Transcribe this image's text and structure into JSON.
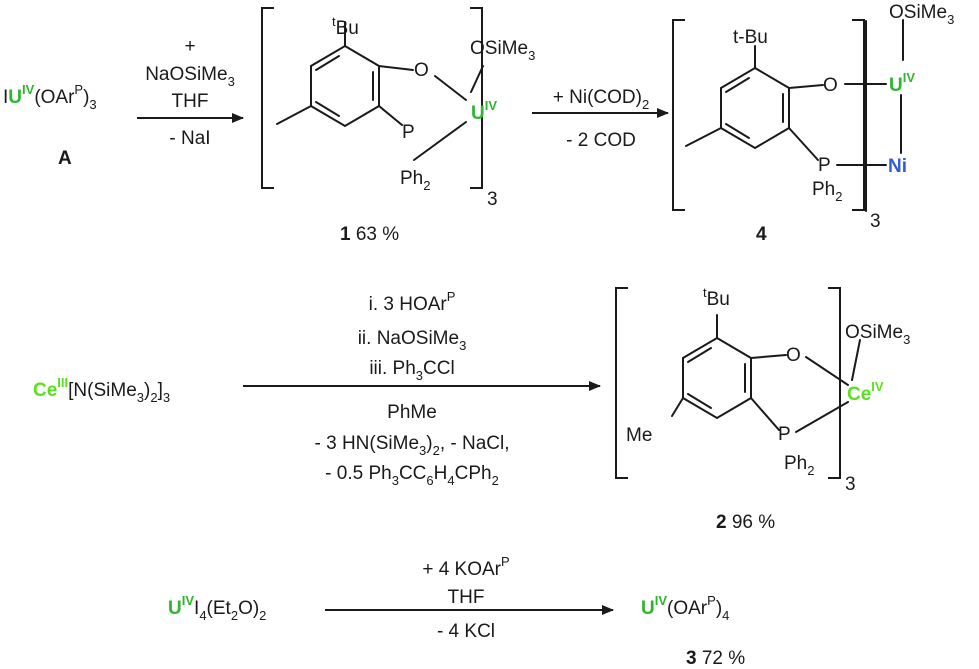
{
  "reagents": {
    "r1": {
      "c": "NaOSiMe",
      "s": "THF",
      "l": "- NaI"
    },
    "r2": {
      "a": "+ Ni(COD)",
      "l": "- 2 COD"
    },
    "r3": {
      "i": "i. 3 HOAr",
      "ii": "ii. NaOSiMe",
      "iii": "iii. Ph",
      "iiib": "CCl",
      "s": "PhMe",
      "l1a": "- 3 HN(SiMe",
      "l1b": ")",
      "l1c": ", - NaCl,",
      "l2a": "- 0.5 Ph",
      "l2b": "CC",
      "l2c": "H",
      "l2d": "CPh"
    },
    "r4": {
      "a": "+ 4 KOAr",
      "s": "THF",
      "l": "- 4 KCl"
    }
  },
  "compounds": {
    "A": {
      "lead": "I",
      "metal": "U",
      "ox": "IV",
      "rest": "(OAr",
      "sup": "P",
      "close": ")",
      "sub": "3",
      "label": "A"
    },
    "c1": {
      "label_num": "1",
      "label_yield": "63 %"
    },
    "c4": {
      "label_num": "4"
    },
    "ce": {
      "metal": "Ce",
      "ox": "III",
      "rest": "[N(SiMe",
      "rest2": ")",
      "rest3": "]"
    },
    "c2": {
      "label_num": "2",
      "label_yield": "96 %"
    },
    "ui4": {
      "metal": "U",
      "ox": "IV",
      "rest": "I",
      "rest2": "(Et",
      "rest3": "O)"
    },
    "c3": {
      "metal": "U",
      "ox": "IV",
      "rest": "(OAr",
      "sup": "P",
      "close": ")",
      "sub": "4",
      "label_num": "3",
      "label_yield": "72 %"
    }
  },
  "common": {
    "plus": "+",
    "O": "O",
    "P": "P",
    "Ph": "Ph",
    "tBuT": "t",
    "Bu": "Bu",
    "tdash": "t-",
    "Me": "Me",
    "osime": "OSiMe",
    "ni": "Ni",
    "U": "U",
    "IV": "IV",
    "Ce": "Ce",
    "two": "2",
    "three": "3",
    "four": "4",
    "P_sup": "P"
  }
}
